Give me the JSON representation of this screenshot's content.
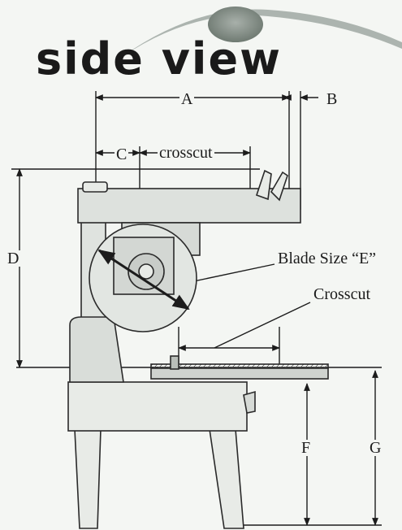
{
  "title": "side view",
  "labels": {
    "a": "A",
    "b": "B",
    "c": "C",
    "crosscut_top": "crosscut",
    "d": "D",
    "blade_size": "Blade Size  “E”",
    "crosscut": "Crosscut",
    "f": "F",
    "g": "G"
  },
  "colors": {
    "line": "#1c1c1c",
    "machine": "#2a2a2a",
    "swoosh": "#8f9a92"
  }
}
